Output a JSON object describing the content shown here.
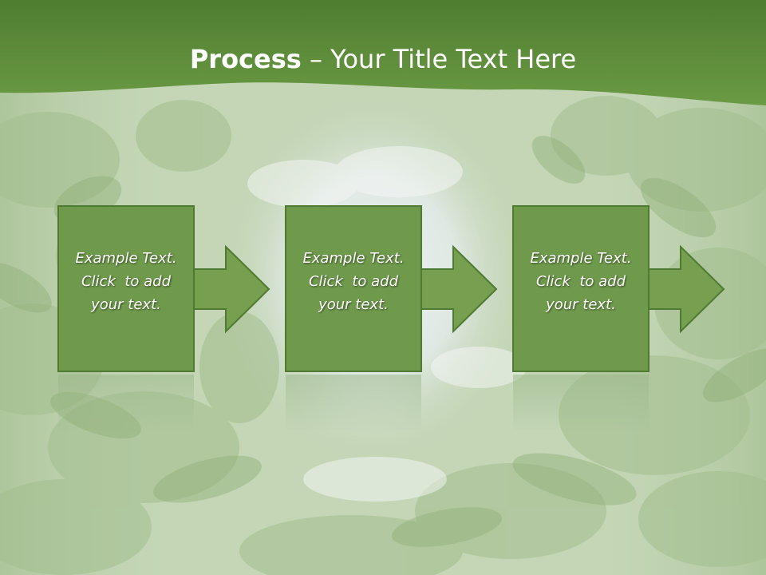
{
  "slide": {
    "title_bold": "Process",
    "title_rest": " – Your Title Text Here"
  },
  "steps": [
    {
      "lines": [
        "Example Text.",
        "Click  to add",
        "your text."
      ]
    },
    {
      "lines": [
        "Example Text.",
        "Click  to add",
        "your text."
      ]
    },
    {
      "lines": [
        "Example Text.",
        "Click  to add",
        "your text."
      ]
    }
  ],
  "colors": {
    "header_green": "#5b8b3a",
    "box_fill": "#6f9a4c",
    "box_border": "#4f7a32",
    "arrow_fill": "#76a050",
    "text": "#ffffff"
  }
}
